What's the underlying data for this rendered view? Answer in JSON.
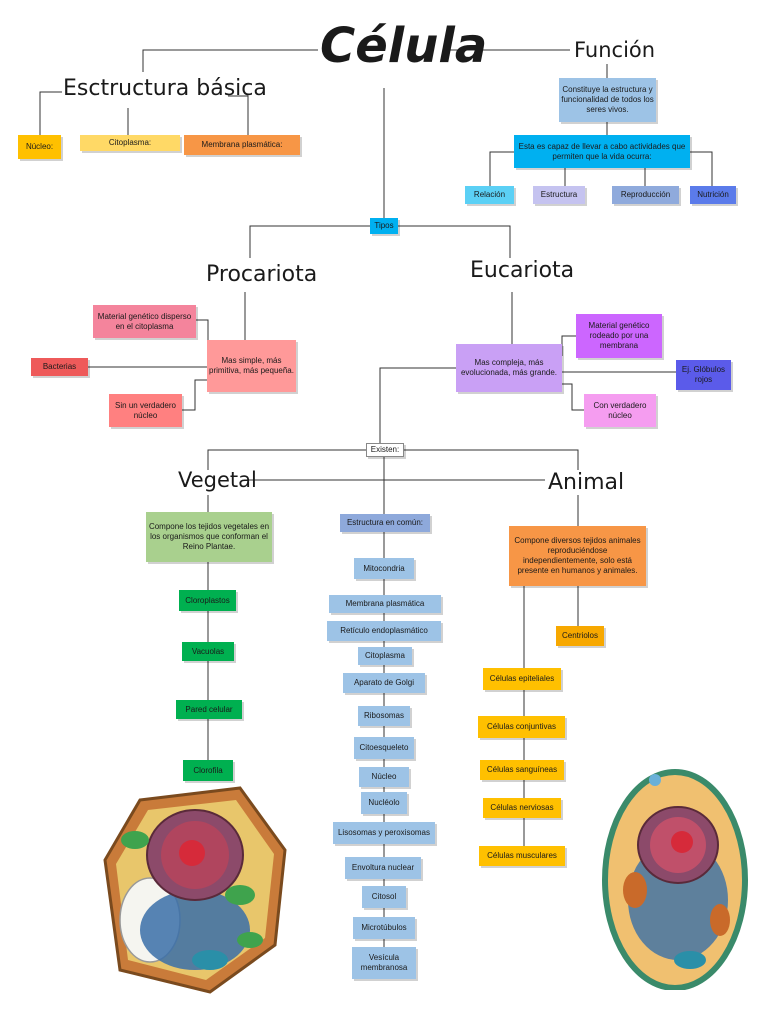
{
  "title": "Célula",
  "estructura": {
    "heading": "Esctructura básica",
    "nucleo": "Núcleo:",
    "citoplasma": "Citoplasma:",
    "membrana": "Membrana plasmática:"
  },
  "funcion": {
    "heading": "Función",
    "desc1": "Constituye la estructura y funcionalidad de todos los seres vivos.",
    "desc2": "Esta es capaz de llevar a cabo actividades que permiten que la vida ocurra:",
    "items": [
      "Relación",
      "Estructura",
      "Reproducción",
      "Nutrición"
    ]
  },
  "tipos": "Tipos",
  "procariota": {
    "heading": "Procariota",
    "material": "Material genético disperso en el citoplasma",
    "main": "Mas simple, más primitiva, más pequeña.",
    "bacterias": "Bacterias",
    "sin_nucleo": "Sin un verdadero núcleo"
  },
  "eucariota": {
    "heading": "Eucariota",
    "material": "Material genético rodeado por una membrana",
    "main": "Mas compleja, más evolucionada, más grande.",
    "globulos": "Ej. Glóbulos rojos",
    "con_nucleo": "Con verdadero núcleo"
  },
  "existen": "Existen:",
  "vegetal": {
    "heading": "Vegetal",
    "desc": "Compone los tejidos vegetales en los organismos que conforman el Reino Plantae.",
    "items": [
      "Cloroplastos",
      "Vacuolas",
      "Pared celular",
      "Clorofila"
    ]
  },
  "comun": {
    "heading": "Estructura en común:",
    "items": [
      "Mitocondria",
      "Membrana plasmática",
      "Retículo endoplasmático",
      "Citoplasma",
      "Aparato de Golgi",
      "Ribosomas",
      "Citoesqueleto",
      "Núcleo",
      "Nucléolo",
      "Lisosomas y peroxisomas",
      "Envoltura nuclear",
      "Citosol",
      "Microtúbulos",
      "Vesícula membranosa"
    ]
  },
  "animal": {
    "heading": "Animal",
    "desc": "Compone diversos tejidos animales reproduciéndose independientemente, solo está presente en humanos y animales.",
    "centriolos": "Centriolos",
    "items": [
      "Células epiteliales",
      "Células conjuntivas",
      "Células sanguíneas",
      "Células nerviosas",
      "Células musculares"
    ]
  },
  "colors": {
    "yellow": "#ffc000",
    "orange": "#f79646",
    "light_blue": "#9dc3e6",
    "cyan": "#00b0f0",
    "pink": "#f4849c",
    "salmon": "#ff9999",
    "red": "#ee5a5a",
    "violet": "#cc66ff",
    "lavender": "#c9a0f5",
    "green_light": "#a9d08e",
    "green": "#00b050"
  }
}
